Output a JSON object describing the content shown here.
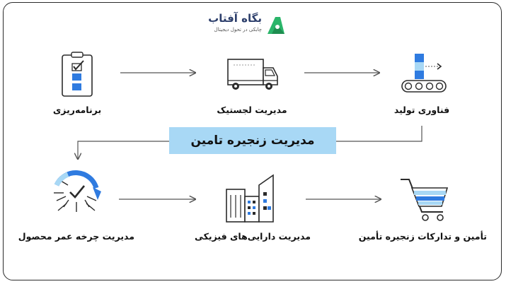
{
  "logo": {
    "name": "بگاه آفتاب",
    "tagline": "چابکی در تحول دیجیتال"
  },
  "center": {
    "title": "مدیریت زنجیره تامین"
  },
  "nodes": {
    "planning": "برنامه‌ریزی",
    "logistics": "مدیریت لجستیک",
    "production": "فناوری تولید",
    "lifecycle": "مدیریت چرخه عمر محصول",
    "assets": "مدیریت دارایی‌های فیزیکی",
    "procurement": "تأمین و تدارکات زنجیره تأمین"
  },
  "colors": {
    "accent_blue": "#2f7be0",
    "light_blue": "#a8d8f5",
    "logo_green": "#2bb56a",
    "line": "#555555"
  },
  "icons": [
    "logo-icon",
    "checklist-icon",
    "truck-icon",
    "conveyor-icon",
    "cycle-check-icon",
    "buildings-icon",
    "cart-icon"
  ]
}
